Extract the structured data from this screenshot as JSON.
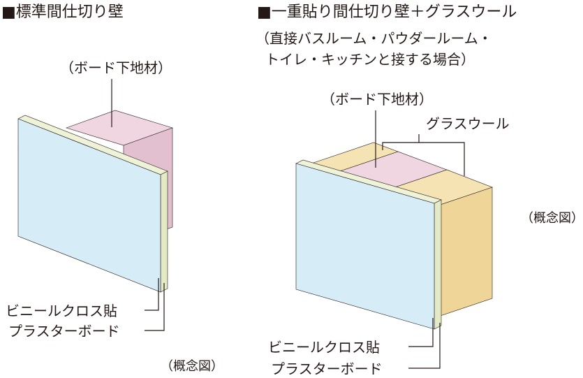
{
  "left": {
    "heading": "■標準間仕切り壁",
    "board_backing_label": "（ボード下地材）",
    "vinyl_cloth_label": "ビニールクロス貼",
    "plasterboard_label": "プラスターボード",
    "concept_label": "（概念図）"
  },
  "right": {
    "heading": "■一重貼り間仕切り壁＋グラスウール",
    "note_line1": "（直接バスルーム・パウダールーム・",
    "note_line2": "トイレ・キッチンと接する場合）",
    "board_backing_label": "（ボード下地材）",
    "glass_wool_label": "グラスウール",
    "vinyl_cloth_label": "ビニールクロス貼",
    "plasterboard_label": "プラスターボード",
    "concept_label": "（概念図）"
  },
  "colors": {
    "board_face": "#d6edf8",
    "board_edge": "#eef2d6",
    "stud": "#e9cbd8",
    "glass_wool": "#f2d99f",
    "line": "#231815"
  }
}
